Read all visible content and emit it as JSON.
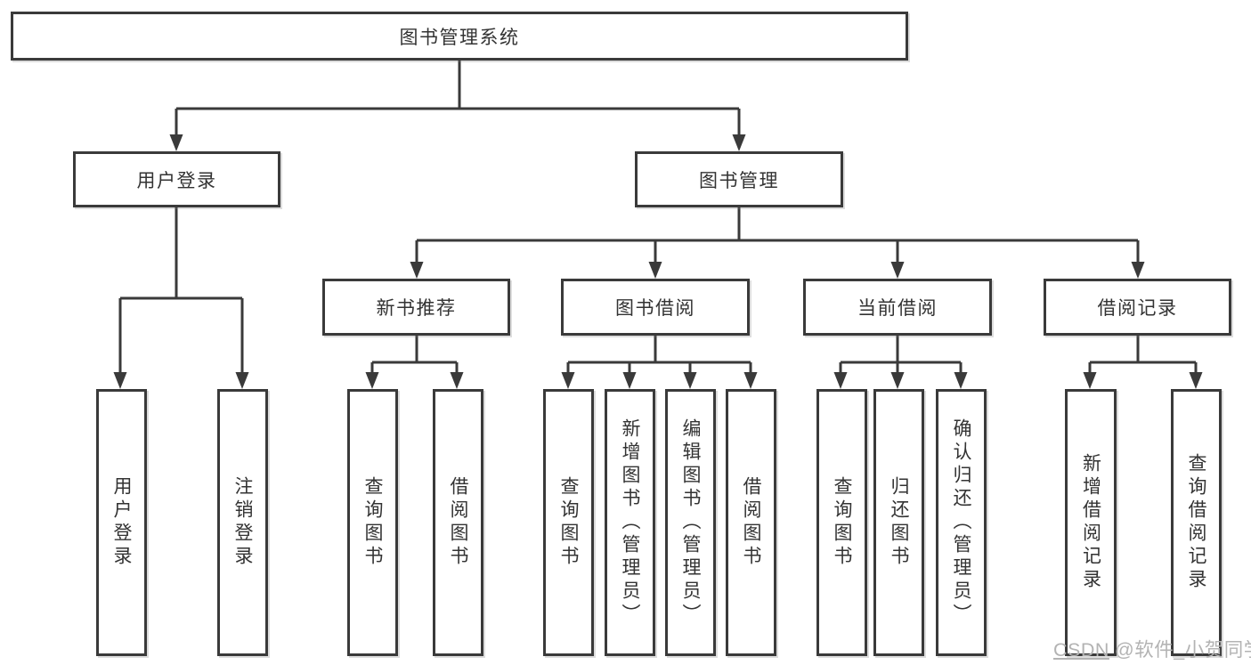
{
  "colors": {
    "background": "#ffffff",
    "line": "#3a3a3a",
    "text": "#333333",
    "box_fill": "#ffffff",
    "watermark": "#b3b3b3"
  },
  "tree": {
    "label": "图书管理系统",
    "children": [
      {
        "label": "用户登录",
        "children": [
          {
            "label": "用户登录"
          },
          {
            "label": "注销登录"
          }
        ]
      },
      {
        "label": "图书管理",
        "children": [
          {
            "label": "新书推荐",
            "children": [
              {
                "label": "查询图书"
              },
              {
                "label": "借阅图书"
              }
            ]
          },
          {
            "label": "图书借阅",
            "children": [
              {
                "label": "查询图书"
              },
              {
                "label": "新增图书（管理员）"
              },
              {
                "label": "编辑图书（管理员）"
              },
              {
                "label": "借阅图书"
              }
            ]
          },
          {
            "label": "当前借阅",
            "children": [
              {
                "label": "查询图书"
              },
              {
                "label": "归还图书"
              },
              {
                "label": "确认归还（管理员）"
              }
            ]
          },
          {
            "label": "借阅记录",
            "children": [
              {
                "label": "新增借阅记录"
              },
              {
                "label": "查询借阅记录"
              }
            ]
          }
        ]
      }
    ]
  },
  "watermark": {
    "site": "CSDN",
    "handle": "@软件_小贺同学"
  }
}
